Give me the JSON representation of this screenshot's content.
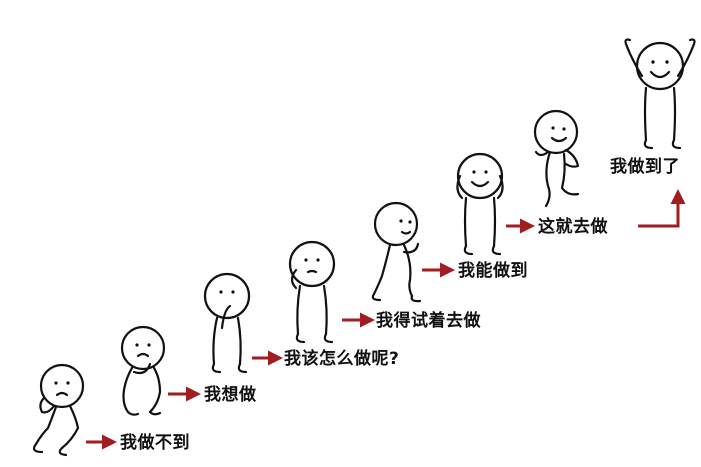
{
  "diagram": {
    "steps": [
      {
        "id": "step-1",
        "label": "我做不到"
      },
      {
        "id": "step-2",
        "label": "我想做"
      },
      {
        "id": "step-3",
        "label": "我该怎么做呢?"
      },
      {
        "id": "step-4",
        "label": "我得试着去做"
      },
      {
        "id": "step-5",
        "label": "我能做到"
      },
      {
        "id": "step-6",
        "label": "这就去做"
      },
      {
        "id": "step-7",
        "label": "我做到了"
      }
    ]
  },
  "colors": {
    "arrow": "#a11d22",
    "ink": "#111111",
    "background": "#ffffff"
  },
  "icons": {
    "figure": "stick-figure-icon",
    "arrow": "right-arrow-icon"
  }
}
